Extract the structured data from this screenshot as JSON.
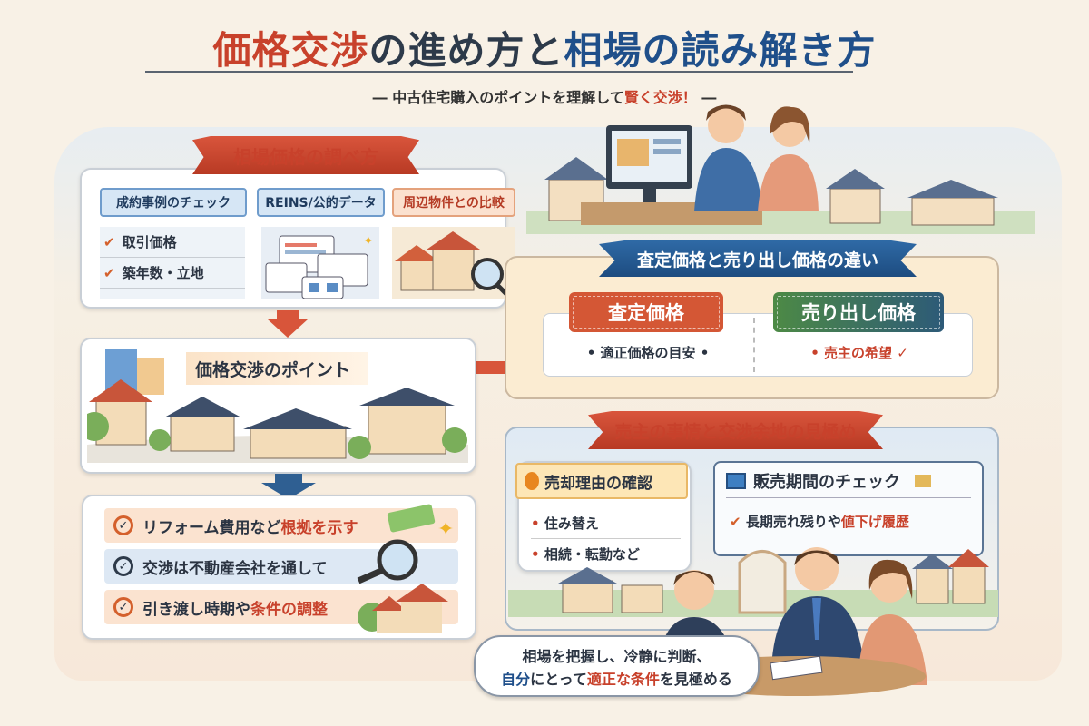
{
  "header": {
    "title_part1": "価格交渉",
    "title_part2": "の進め方と",
    "title_part3": "相場の読み解き方",
    "subtitle_prefix": "― 中古住宅購入のポイントを理解して",
    "subtitle_highlight": "賢く交渉！",
    "subtitle_suffix": " ―"
  },
  "market_research": {
    "ribbon": "相場価格の調べ方",
    "tabs": [
      "成約事例のチェック",
      "REINS/公的データ",
      "周辺物件との比較"
    ],
    "checklist": [
      "取引価格",
      "築年数・立地"
    ]
  },
  "negotiation_points": {
    "heading": "価格交渉のポイント",
    "items": [
      {
        "text": "リフォーム費用など",
        "highlight": "根拠を示す",
        "tail": ""
      },
      {
        "text": "交渉は不動産会社を通して",
        "highlight": "",
        "tail": ""
      },
      {
        "text": "引き渡し時期や",
        "highlight": "条件の調整",
        "tail": ""
      }
    ]
  },
  "price_difference": {
    "ribbon": "査定価格と売り出し価格の違い",
    "assessed": {
      "label": "査定価格",
      "note": "• 適正価格の目安 •"
    },
    "listing": {
      "label": "売り出し価格",
      "note": "• 売主の希望 ✓"
    }
  },
  "seller_situation": {
    "ribbon": "売主の事情と交渉余地の見極め",
    "reason_card": {
      "title": "売却理由の確認",
      "items": [
        "住み替え",
        "相続・転勤など"
      ]
    },
    "period_card": {
      "title": "販売期間のチェック",
      "item_prefix": "長期売れ残りや",
      "item_highlight": "値下げ履歴"
    }
  },
  "conclusion": {
    "line1": "相場を把握し、冷静に判断、",
    "line2_a": "自分",
    "line2_b": "にとって",
    "line2_c": "適正な条件",
    "line2_d": "を見極める"
  },
  "colors": {
    "accent_red": "#c8412b",
    "accent_blue": "#1f4f8a",
    "green": "#3f7a4a",
    "background": "#f8f1e6"
  }
}
